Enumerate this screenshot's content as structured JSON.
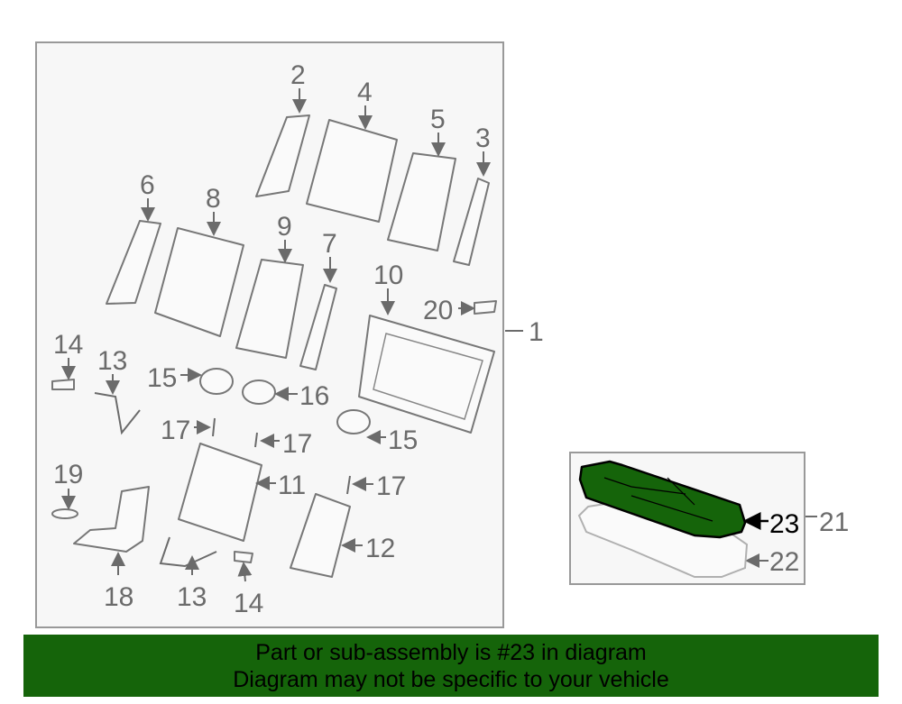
{
  "diagram": {
    "labels": {
      "l1": "1",
      "l2": "2",
      "l3": "3",
      "l4": "4",
      "l5": "5",
      "l6": "6",
      "l7": "7",
      "l8": "8",
      "l9": "9",
      "l10": "10",
      "l11": "11",
      "l12": "12",
      "l13a": "13",
      "l13b": "13",
      "l14a": "14",
      "l14b": "14",
      "l15a": "15",
      "l15b": "15",
      "l16": "16",
      "l17a": "17",
      "l17b": "17",
      "l17c": "17",
      "l18": "18",
      "l19": "19",
      "l20": "20",
      "l21": "21",
      "l22": "22",
      "l23": "23"
    },
    "highlight_color": "#15640a"
  },
  "banner": {
    "line1": "Part or sub-assembly is #23 in diagram",
    "line2": "Diagram may not be specific to your vehicle"
  }
}
